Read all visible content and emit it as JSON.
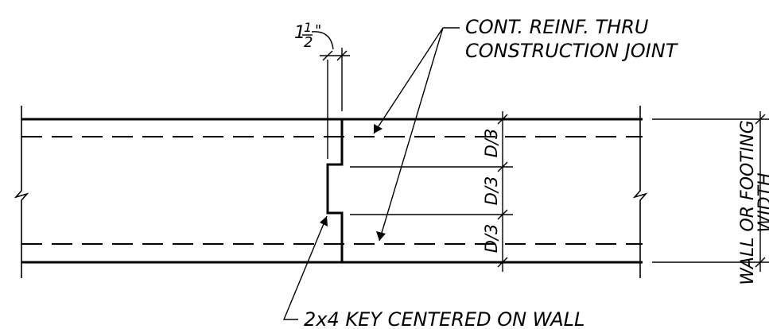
{
  "notes": {
    "reinf_line1": "CONT. REINF. THRU",
    "reinf_line2": "CONSTRUCTION JOINT",
    "key": "2x4 KEY CENTERED ON WALL"
  },
  "dimensions": {
    "offset_whole": "1",
    "offset_num": "1",
    "offset_den": "2",
    "offset_unit": "\"",
    "third_top": "D/3",
    "third_mid": "D/3",
    "third_bot": "D/3",
    "width_line1": "WALL OR FOOTING",
    "width_line2": "WIDTH"
  }
}
